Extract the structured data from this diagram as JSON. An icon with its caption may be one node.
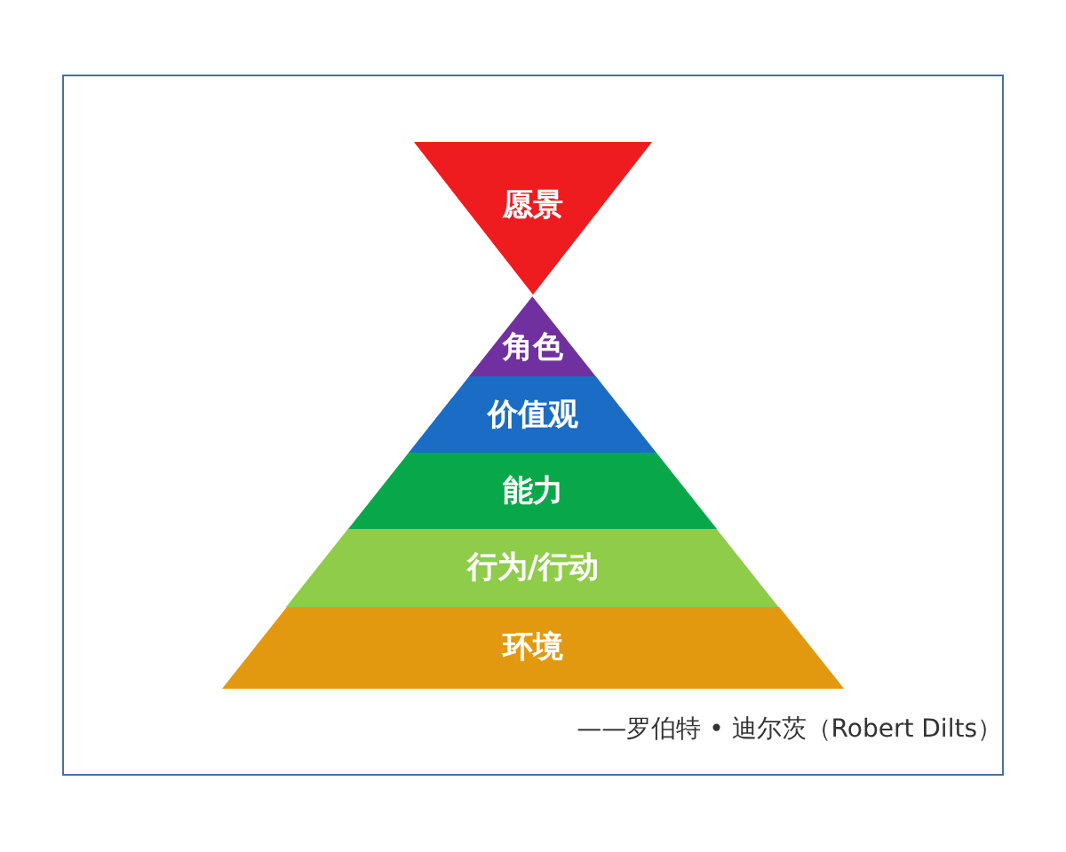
{
  "diagram": {
    "caption": "——罗伯特 • 迪尔茨（Robert Dilts）",
    "nodes": [
      {
        "text": [
          "愿景"
        ]
      },
      {
        "text": [
          "角色"
        ]
      },
      {
        "text": [
          "价值观"
        ]
      },
      {
        "text": [
          "能力"
        ]
      },
      {
        "text": [
          "行为/行动"
        ]
      },
      {
        "text": [
          "环境"
        ]
      }
    ]
  }
}
